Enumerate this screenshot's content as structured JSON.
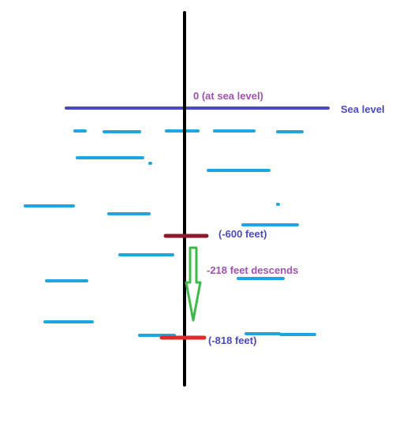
{
  "labels": {
    "zero": "0 (at sea level)",
    "sea_level": "Sea level",
    "minus600": "(-600 feet)",
    "descend": "-218 feet descends",
    "minus818": "(-818 feet)"
  },
  "colors": {
    "axis": "#000000",
    "sea_line": "#4a4abf",
    "water": "#1ea7df",
    "mark_600": "#8b1a2b",
    "mark_818": "#e02a2a",
    "arrow": "#3dba4a",
    "purple_text": "#a050b0",
    "blue_text": "#4a4abf"
  }
}
